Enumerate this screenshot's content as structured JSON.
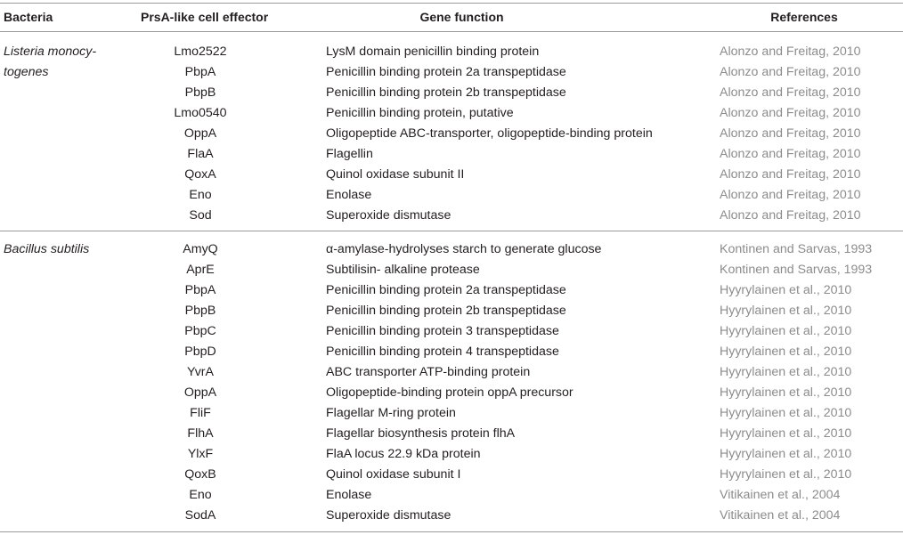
{
  "header": {
    "bacteria": "Bacteria",
    "effector": "PrsA-like cell effector",
    "function": "Gene function",
    "references": "References"
  },
  "groups": [
    {
      "bacteria_line1": "Listeria monocy-",
      "bacteria_line2": "togenes",
      "rows": [
        {
          "effector": "Lmo2522",
          "function": "LysM domain penicillin binding protein",
          "reference": "Alonzo and Freitag, 2010"
        },
        {
          "effector": "PbpA",
          "function": "Penicillin binding protein 2a transpeptidase",
          "reference": "Alonzo and Freitag, 2010"
        },
        {
          "effector": "PbpB",
          "function": "Penicillin binding protein 2b transpeptidase",
          "reference": "Alonzo and Freitag, 2010"
        },
        {
          "effector": "Lmo0540",
          "function": "Penicillin binding protein, putative",
          "reference": "Alonzo and Freitag, 2010"
        },
        {
          "effector": "OppA",
          "function": "Oligopeptide ABC-transporter, oligopeptide-binding protein",
          "reference": "Alonzo and Freitag, 2010"
        },
        {
          "effector": "FlaA",
          "function": "Flagellin",
          "reference": "Alonzo and Freitag, 2010"
        },
        {
          "effector": "QoxA",
          "function": "Quinol oxidase subunit II",
          "reference": "Alonzo and Freitag, 2010"
        },
        {
          "effector": "Eno",
          "function": "Enolase",
          "reference": "Alonzo and Freitag, 2010"
        },
        {
          "effector": "Sod",
          "function": "Superoxide dismutase",
          "reference": "Alonzo and Freitag, 2010"
        }
      ]
    },
    {
      "bacteria_line1": "Bacillus subtilis",
      "bacteria_line2": "",
      "rows": [
        {
          "effector": "AmyQ",
          "function": "α-amylase-hydrolyses starch to generate glucose",
          "reference": "Kontinen and Sarvas, 1993"
        },
        {
          "effector": "AprE",
          "function": "Subtilisin- alkaline protease",
          "reference": "Kontinen and Sarvas, 1993"
        },
        {
          "effector": "PbpA",
          "function": "Penicillin binding protein 2a transpeptidase",
          "reference": "Hyyrylainen et al., 2010"
        },
        {
          "effector": "PbpB",
          "function": "Penicillin binding protein 2b transpeptidase",
          "reference": "Hyyrylainen et al., 2010"
        },
        {
          "effector": "PbpC",
          "function": "Penicillin binding protein 3 transpeptidase",
          "reference": "Hyyrylainen et al., 2010"
        },
        {
          "effector": "PbpD",
          "function": "Penicillin binding protein 4 transpeptidase",
          "reference": "Hyyrylainen et al., 2010"
        },
        {
          "effector": "YvrA",
          "function": "ABC transporter ATP-binding protein",
          "reference": "Hyyrylainen et al., 2010"
        },
        {
          "effector": "OppA",
          "function": "Oligopeptide-binding protein oppA precursor",
          "reference": "Hyyrylainen et al., 2010"
        },
        {
          "effector": "FliF",
          "function": "Flagellar M-ring protein",
          "reference": "Hyyrylainen et al., 2010"
        },
        {
          "effector": "FlhA",
          "function": "Flagellar biosynthesis protein flhA",
          "reference": "Hyyrylainen et al., 2010"
        },
        {
          "effector": "YlxF",
          "function": "FlaA locus 22.9 kDa protein",
          "reference": "Hyyrylainen et al., 2010"
        },
        {
          "effector": "QoxB",
          "function": "Quinol oxidase subunit I",
          "reference": "Hyyrylainen et al., 2010"
        },
        {
          "effector": "Eno",
          "function": "Enolase",
          "reference": "Vitikainen et al., 2004"
        },
        {
          "effector": "SodA",
          "function": "Superoxide dismutase",
          "reference": "Vitikainen et al., 2004"
        }
      ]
    }
  ]
}
